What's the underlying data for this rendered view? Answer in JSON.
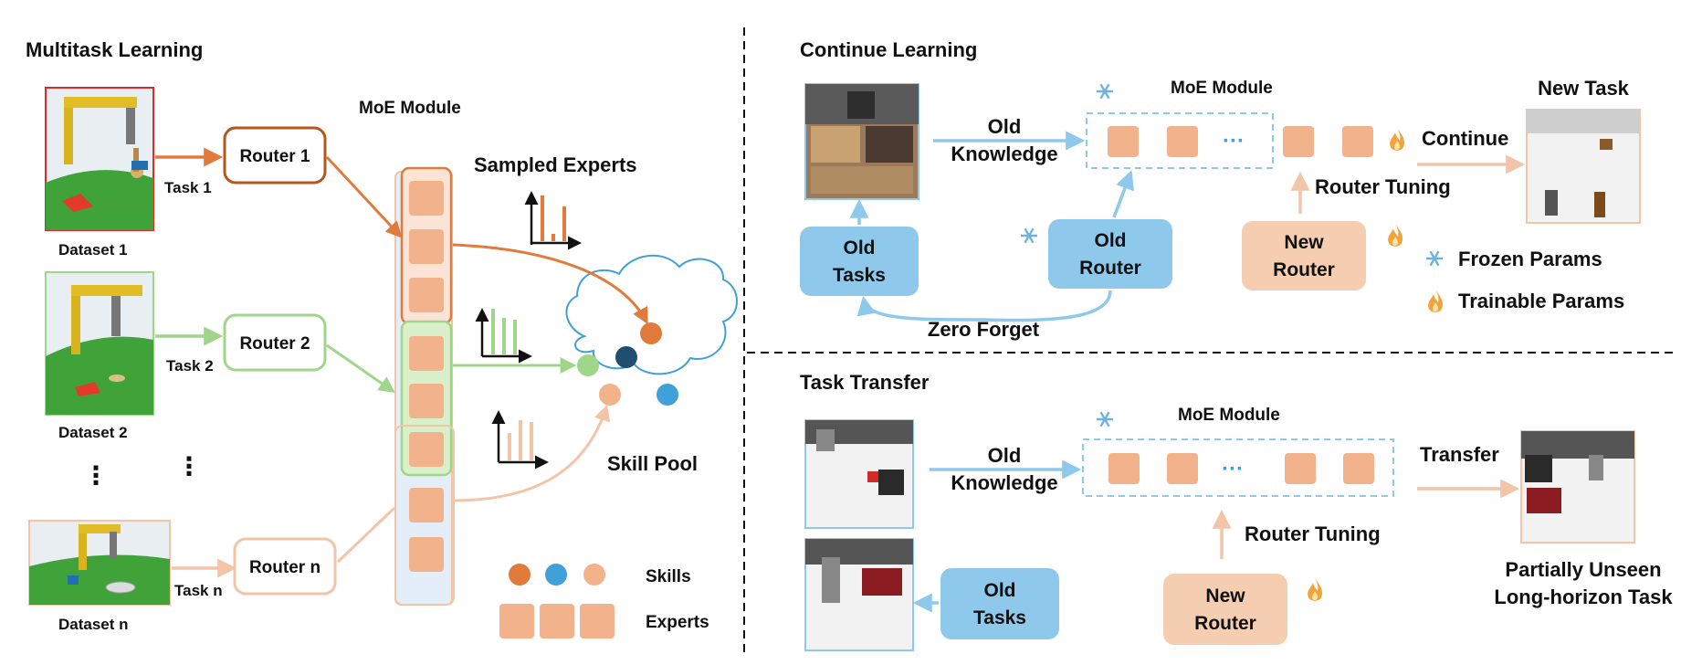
{
  "colors": {
    "task1": "#E07B3C",
    "task2": "#9FD68A",
    "taskn": "#F2C4A8",
    "expert": "#F2B28C",
    "skill_blue": "#3FA0DA",
    "skill_dark": "#1F4E6E",
    "skill_green": "#9FD68A",
    "router_blue": "#8EC9EC",
    "new_router": "#F5CDB1",
    "frozen": "#6FB2DE",
    "flame": "#F2A33A"
  },
  "multitask": {
    "title": "Multitask Learning",
    "moe_label": "MoE Module",
    "sampled_label": "Sampled Experts",
    "skill_pool_label": "Skill Pool",
    "datasets": [
      {
        "label": "Dataset 1",
        "task": "Task 1",
        "router": "Router 1"
      },
      {
        "label": "Dataset 2",
        "task": "Task 2",
        "router": "Router 2"
      },
      {
        "label": "Dataset n",
        "task": "Task n",
        "router": "Router n"
      }
    ],
    "ellipsis": "⋮",
    "legend": {
      "skills": "Skills",
      "experts": "Experts"
    }
  },
  "continual": {
    "title": "Continue Learning",
    "moe_label": "MoE Module",
    "old_knowledge": [
      "Old",
      "Knowledge"
    ],
    "old_tasks": [
      "Old",
      "Tasks"
    ],
    "old_router": [
      "Old",
      "Router"
    ],
    "new_router": [
      "New",
      "Router"
    ],
    "router_tuning": "Router Tuning",
    "zero_forget": "Zero Forget",
    "continue_label": "Continue",
    "new_task": "New Task",
    "dots": "···",
    "legend": {
      "frozen": "Frozen Params",
      "trainable": "Trainable Params"
    }
  },
  "transfer": {
    "title": "Task Transfer",
    "moe_label": "MoE Module",
    "old_knowledge": [
      "Old",
      "Knowledge"
    ],
    "old_tasks": [
      "Old",
      "Tasks"
    ],
    "new_router": [
      "New",
      "Router"
    ],
    "router_tuning": "Router Tuning",
    "transfer_label": "Transfer",
    "result": [
      "Partially Unseen",
      "Long-horizon Task"
    ],
    "dots": "···"
  }
}
